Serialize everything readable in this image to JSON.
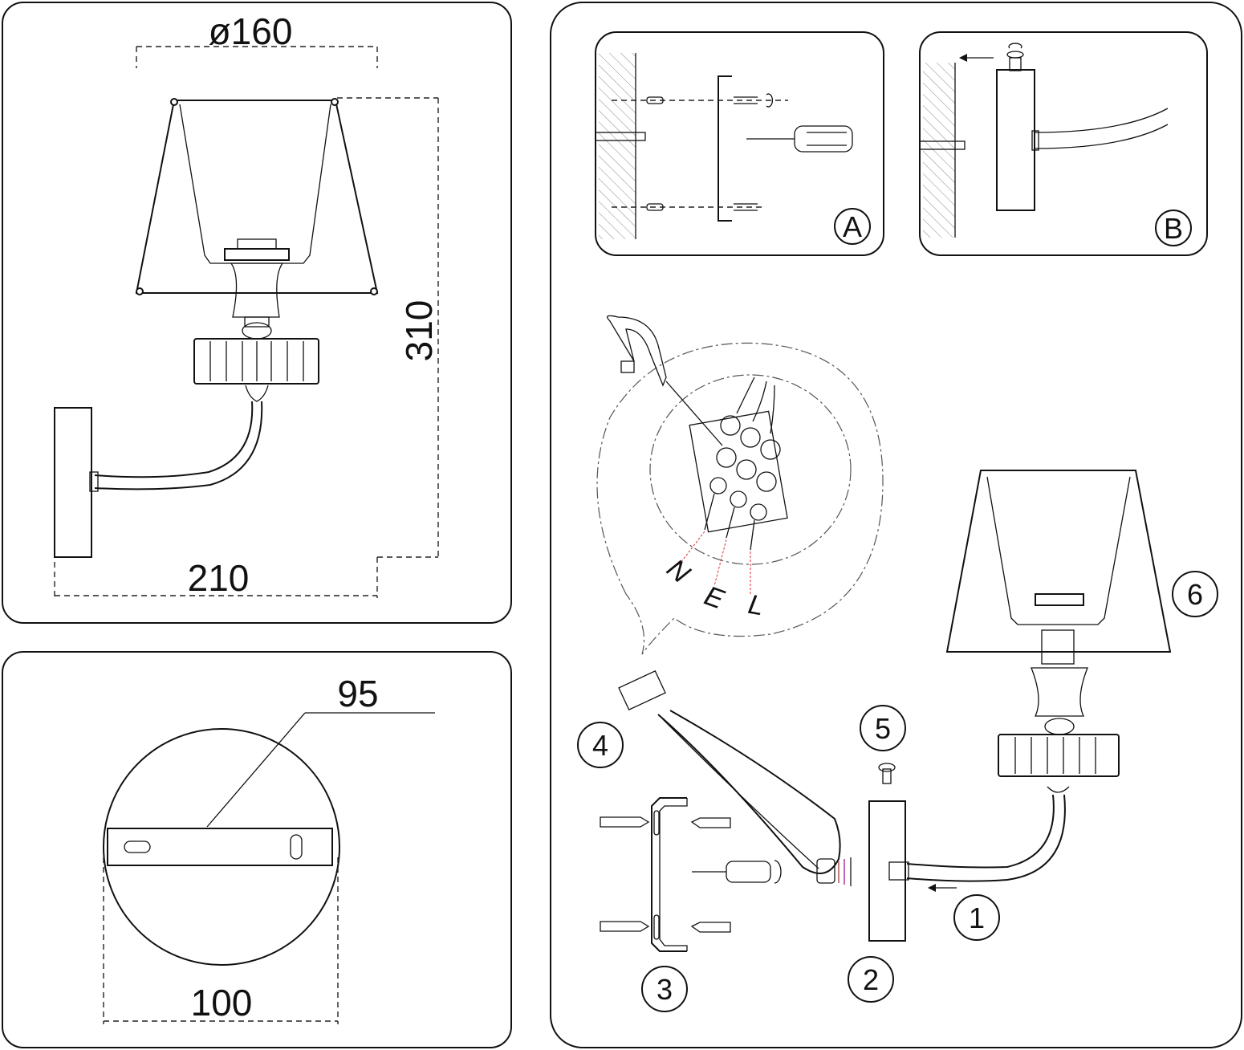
{
  "dimensions": {
    "shade_diameter": "ø160",
    "height": "310",
    "depth": "210",
    "plate_width": "95",
    "plate_diameter": "100"
  },
  "detail_labels": {
    "a": "A",
    "b": "B"
  },
  "wire_labels": {
    "n": "N",
    "e": "E",
    "l": "L"
  },
  "steps": [
    "1",
    "2",
    "3",
    "4",
    "5",
    "6"
  ]
}
